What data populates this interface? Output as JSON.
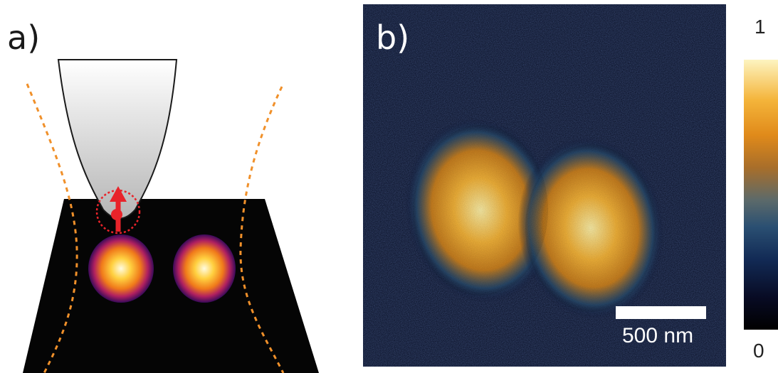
{
  "panel_a": {
    "label": "a)"
  },
  "panel_b": {
    "label": "b)",
    "scale_bar_label": "500 nm"
  },
  "colorbar": {
    "max_label": "1",
    "min_label": "0",
    "colors": [
      "#000000",
      "#122a55",
      "#5c6a6a",
      "#e08a1a",
      "#fdf4c0"
    ]
  }
}
